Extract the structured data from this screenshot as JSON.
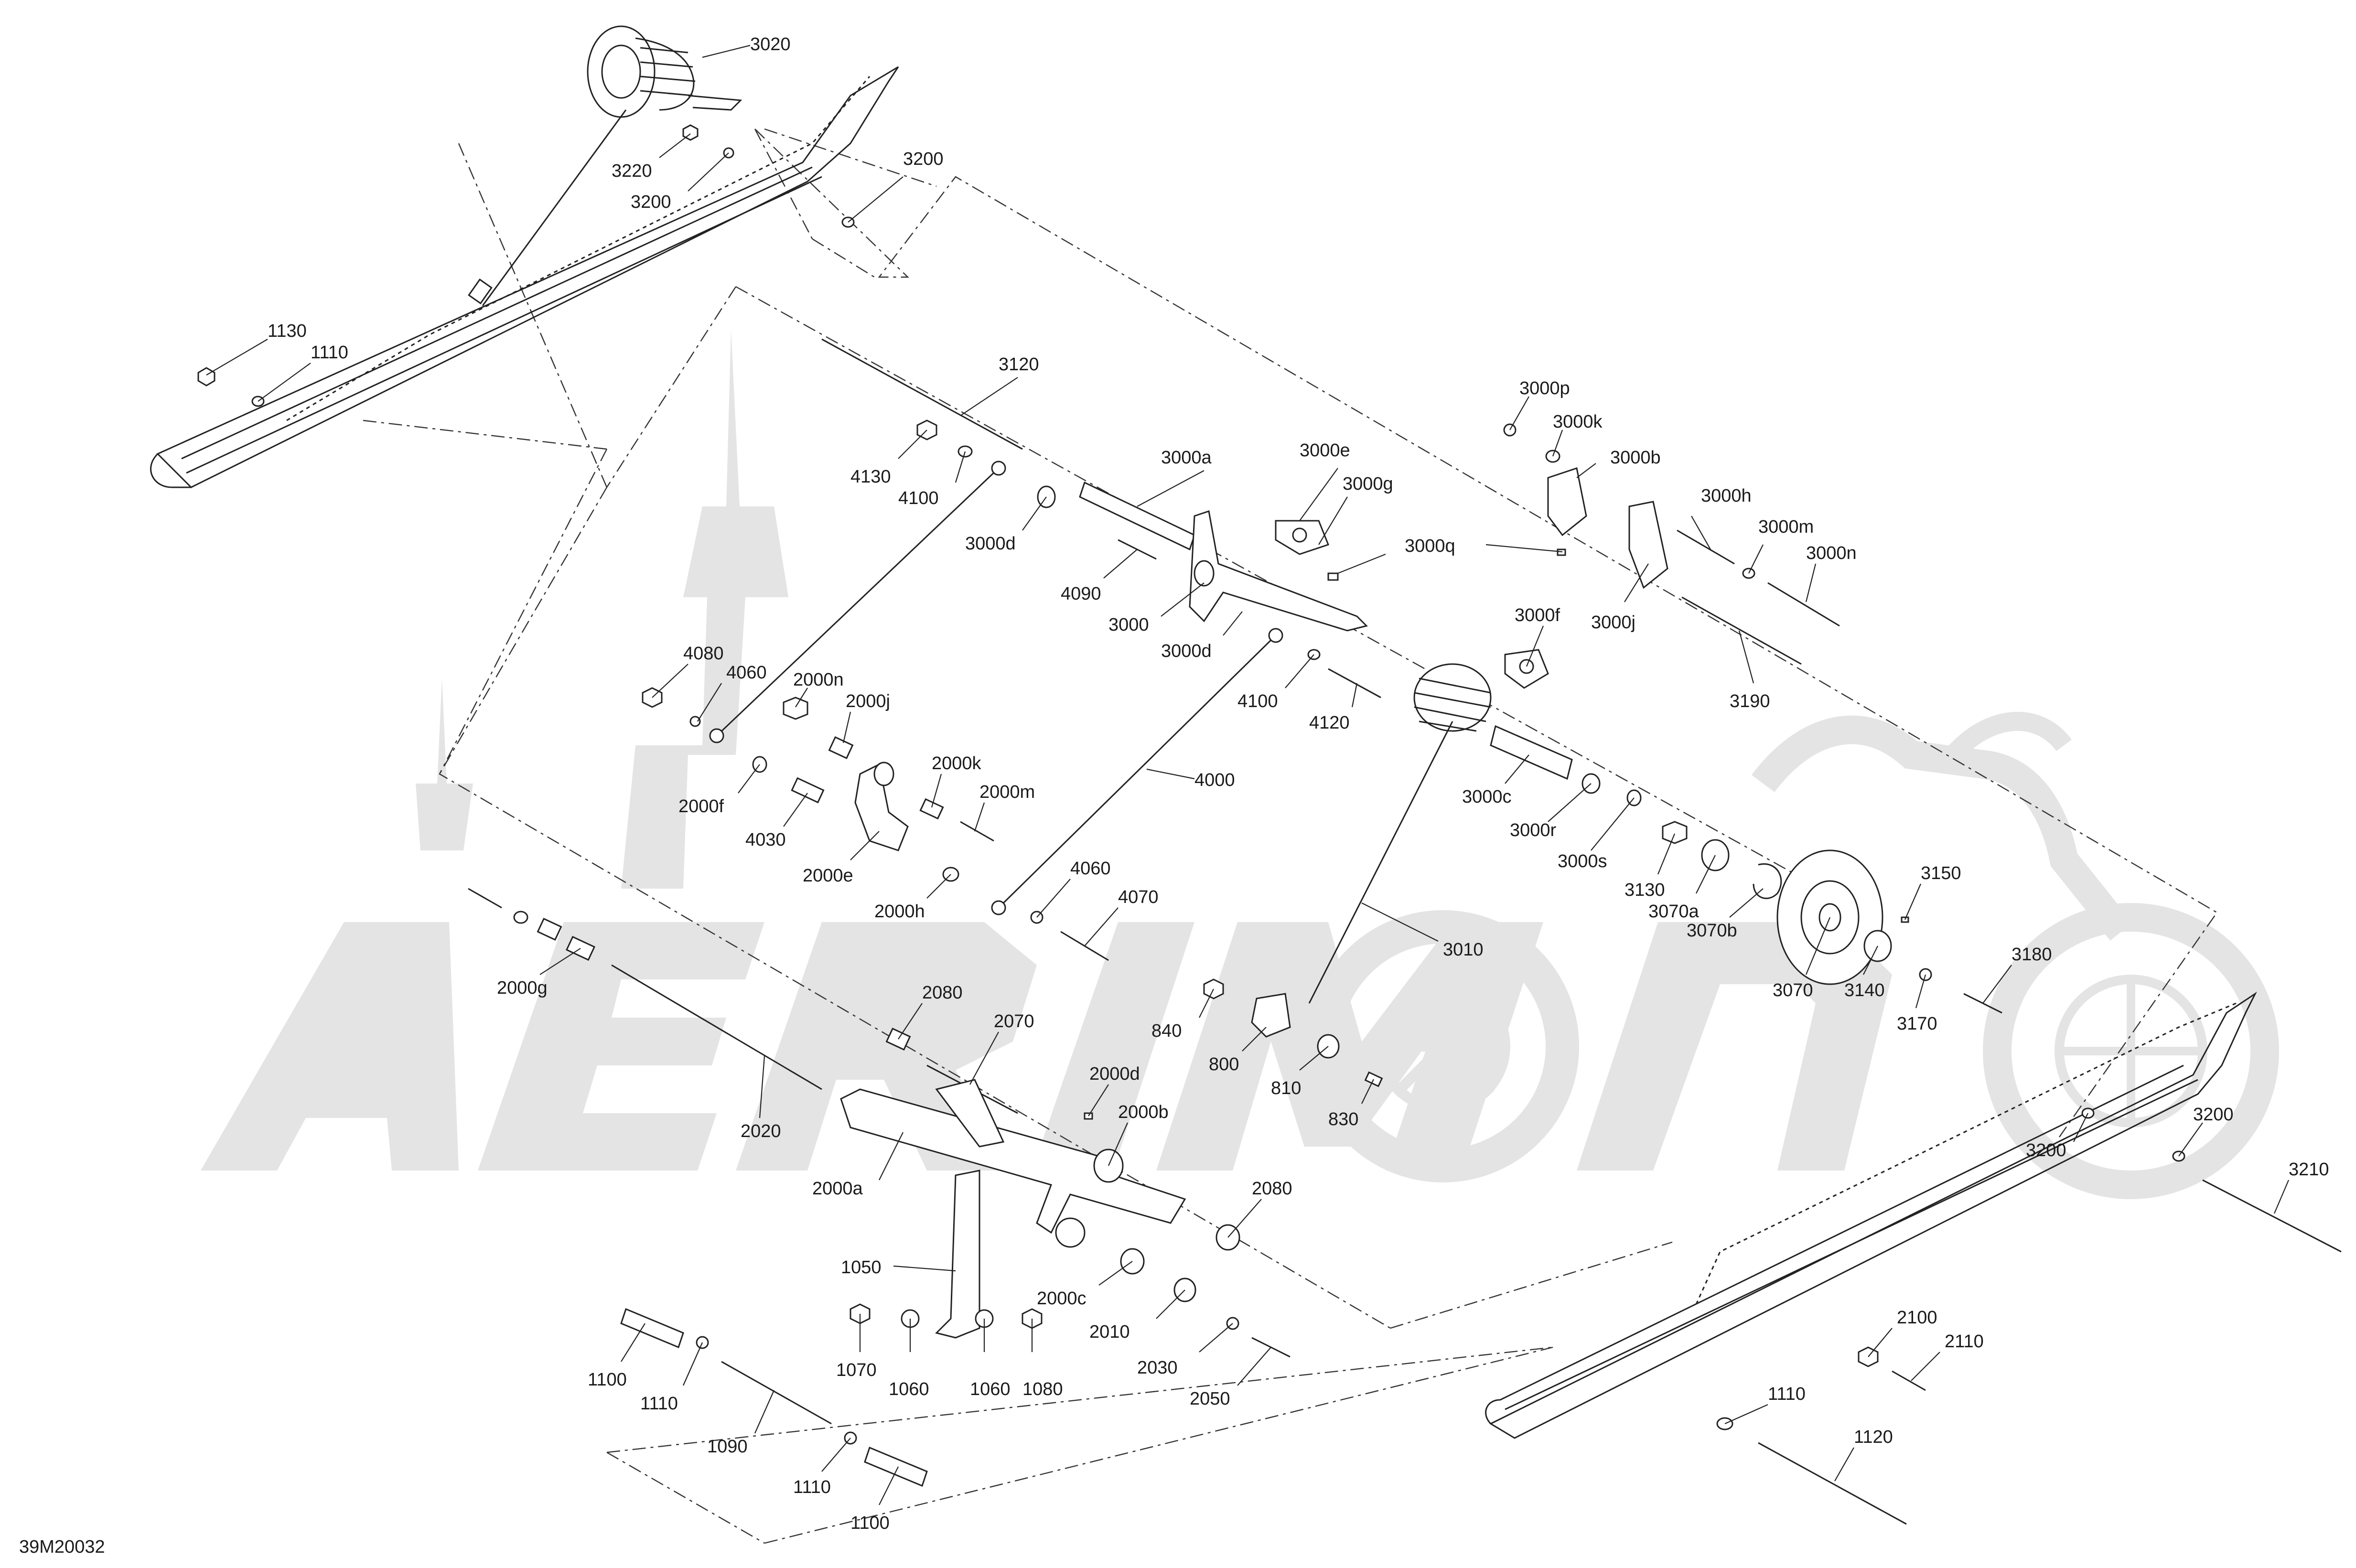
{
  "figure_id": "39M20032",
  "watermark_text": "AERIMOTO",
  "callouts": [
    "3020",
    "3220",
    "3200",
    "3200",
    "1130",
    "1110",
    "3120",
    "4130",
    "4100",
    "3000d",
    "4090",
    "3000",
    "3000d",
    "3000a",
    "3000e",
    "3000g",
    "3000q",
    "3000p",
    "3000k",
    "3000b",
    "3000h",
    "3000m",
    "3000n",
    "3000j",
    "3190",
    "4080",
    "4060",
    "2000n",
    "2000j",
    "2000k",
    "2000m",
    "2000f",
    "4030",
    "2000e",
    "2000h",
    "4100",
    "4120",
    "4000",
    "3000f",
    "3000c",
    "3000r",
    "3000s",
    "3130",
    "3070a",
    "3070b",
    "3150",
    "4060",
    "4070",
    "3010",
    "3180",
    "3070",
    "3140",
    "3170",
    "2000g",
    "2080",
    "2070",
    "2000d",
    "2000b",
    "840",
    "800",
    "810",
    "830",
    "2020",
    "2000a",
    "2080",
    "1050",
    "2000c",
    "2010",
    "2030",
    "2050",
    "1070",
    "1060",
    "1060",
    "1080",
    "1100",
    "1110",
    "1090",
    "1110",
    "1100",
    "3200",
    "3200",
    "3210",
    "2100",
    "2110",
    "1110",
    "1120"
  ]
}
